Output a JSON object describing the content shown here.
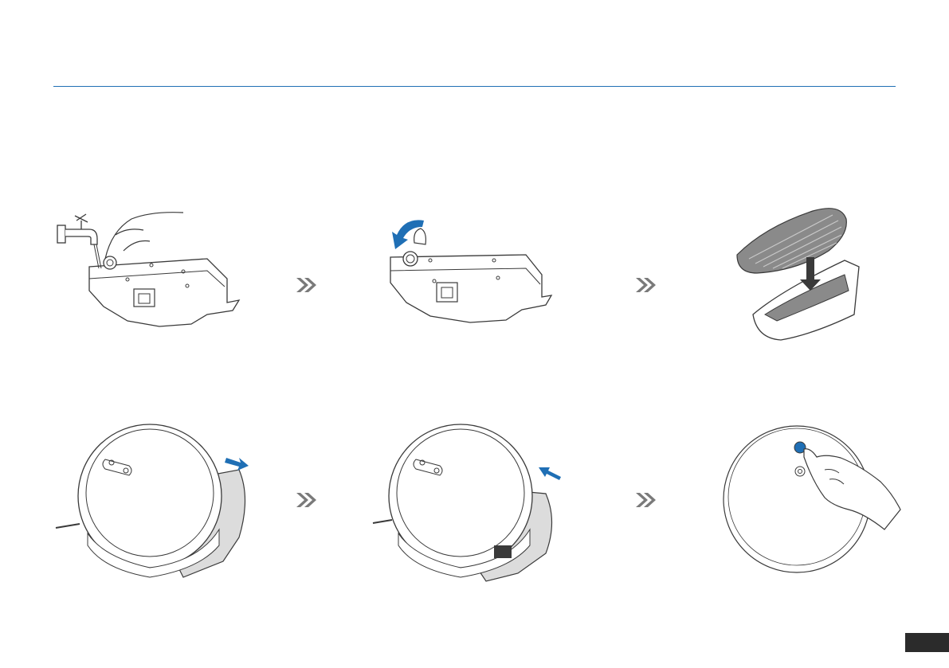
{
  "header": {
    "rule_color": "#1f6fb5"
  },
  "steps": [
    {
      "name": "fill-water-tank",
      "icon": "faucet-filling-tank-illustration"
    },
    {
      "name": "close-fill-cap",
      "icon": "tank-cap-closing-illustration"
    },
    {
      "name": "attach-mop-pad",
      "icon": "mop-pad-attach-illustration"
    },
    {
      "name": "slide-in-tank",
      "icon": "robot-tank-slide-in-illustration"
    },
    {
      "name": "tank-installed",
      "icon": "robot-tank-installed-illustration"
    },
    {
      "name": "press-start",
      "icon": "finger-press-button-illustration"
    }
  ],
  "colors": {
    "accent": "#1f6fb5",
    "chevron": "#7a7a7a",
    "line": "#3a3a3a",
    "tank_fill": "#dcdcdc",
    "mop_fill": "#8a8a8a"
  },
  "footer": {
    "page_number": ""
  }
}
